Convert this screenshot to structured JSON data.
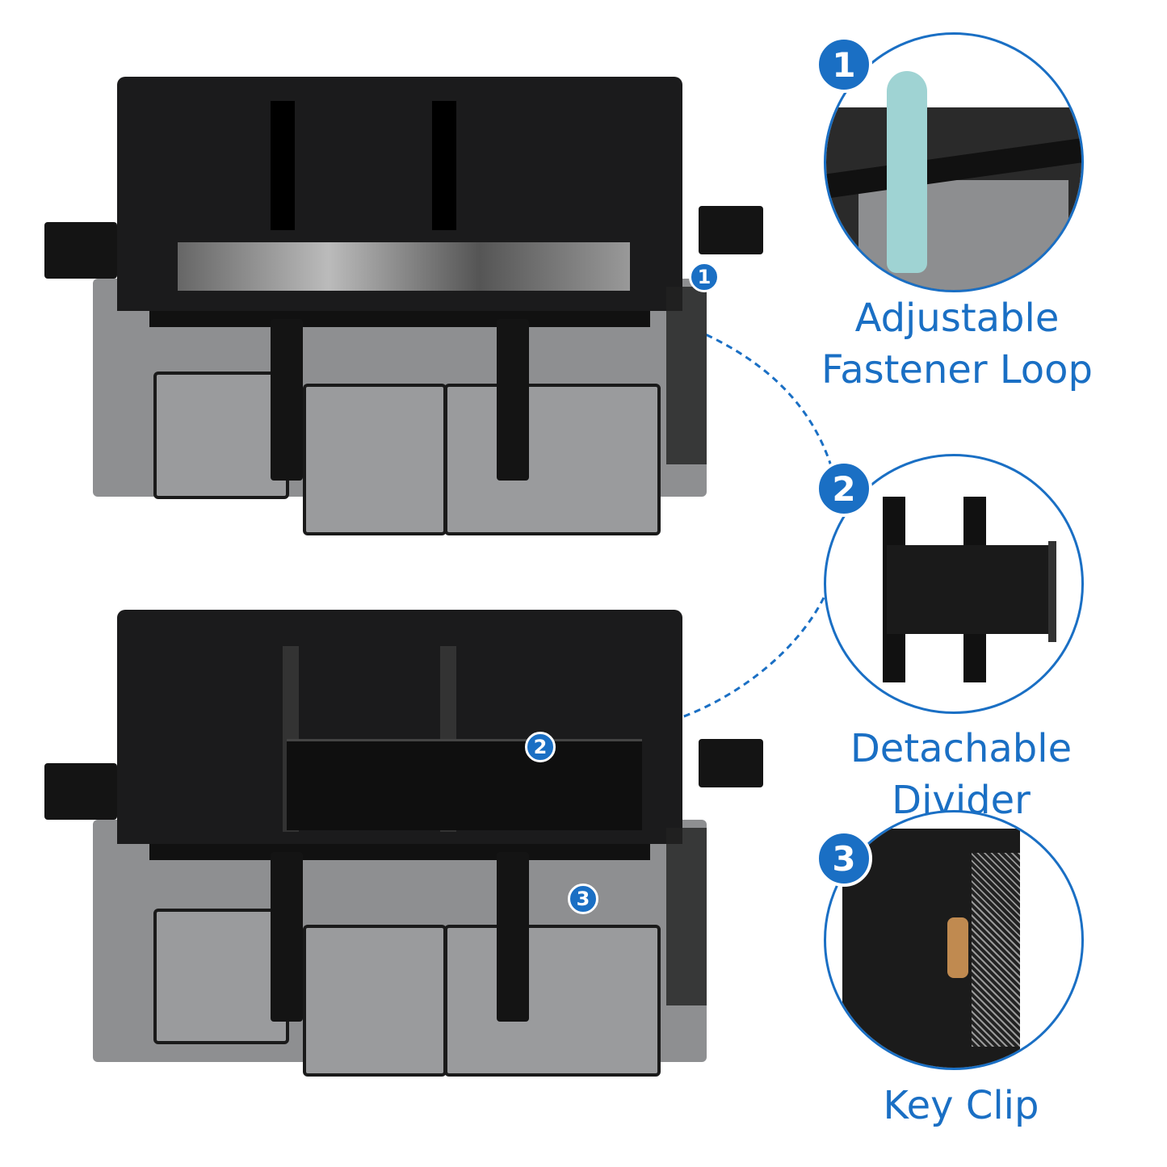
{
  "features": [
    {
      "number": "1",
      "label_line1": "Adjustable",
      "label_line2": "Fastener Loop",
      "icon": "fastener-loop-with-brush"
    },
    {
      "number": "2",
      "label": "Detachable Divider",
      "icon": "divider-panel"
    },
    {
      "number": "3",
      "label": "Key Clip",
      "icon": "key-clip"
    }
  ],
  "accent_color": "#1a6fc4",
  "bag_color": "#8e8f91"
}
